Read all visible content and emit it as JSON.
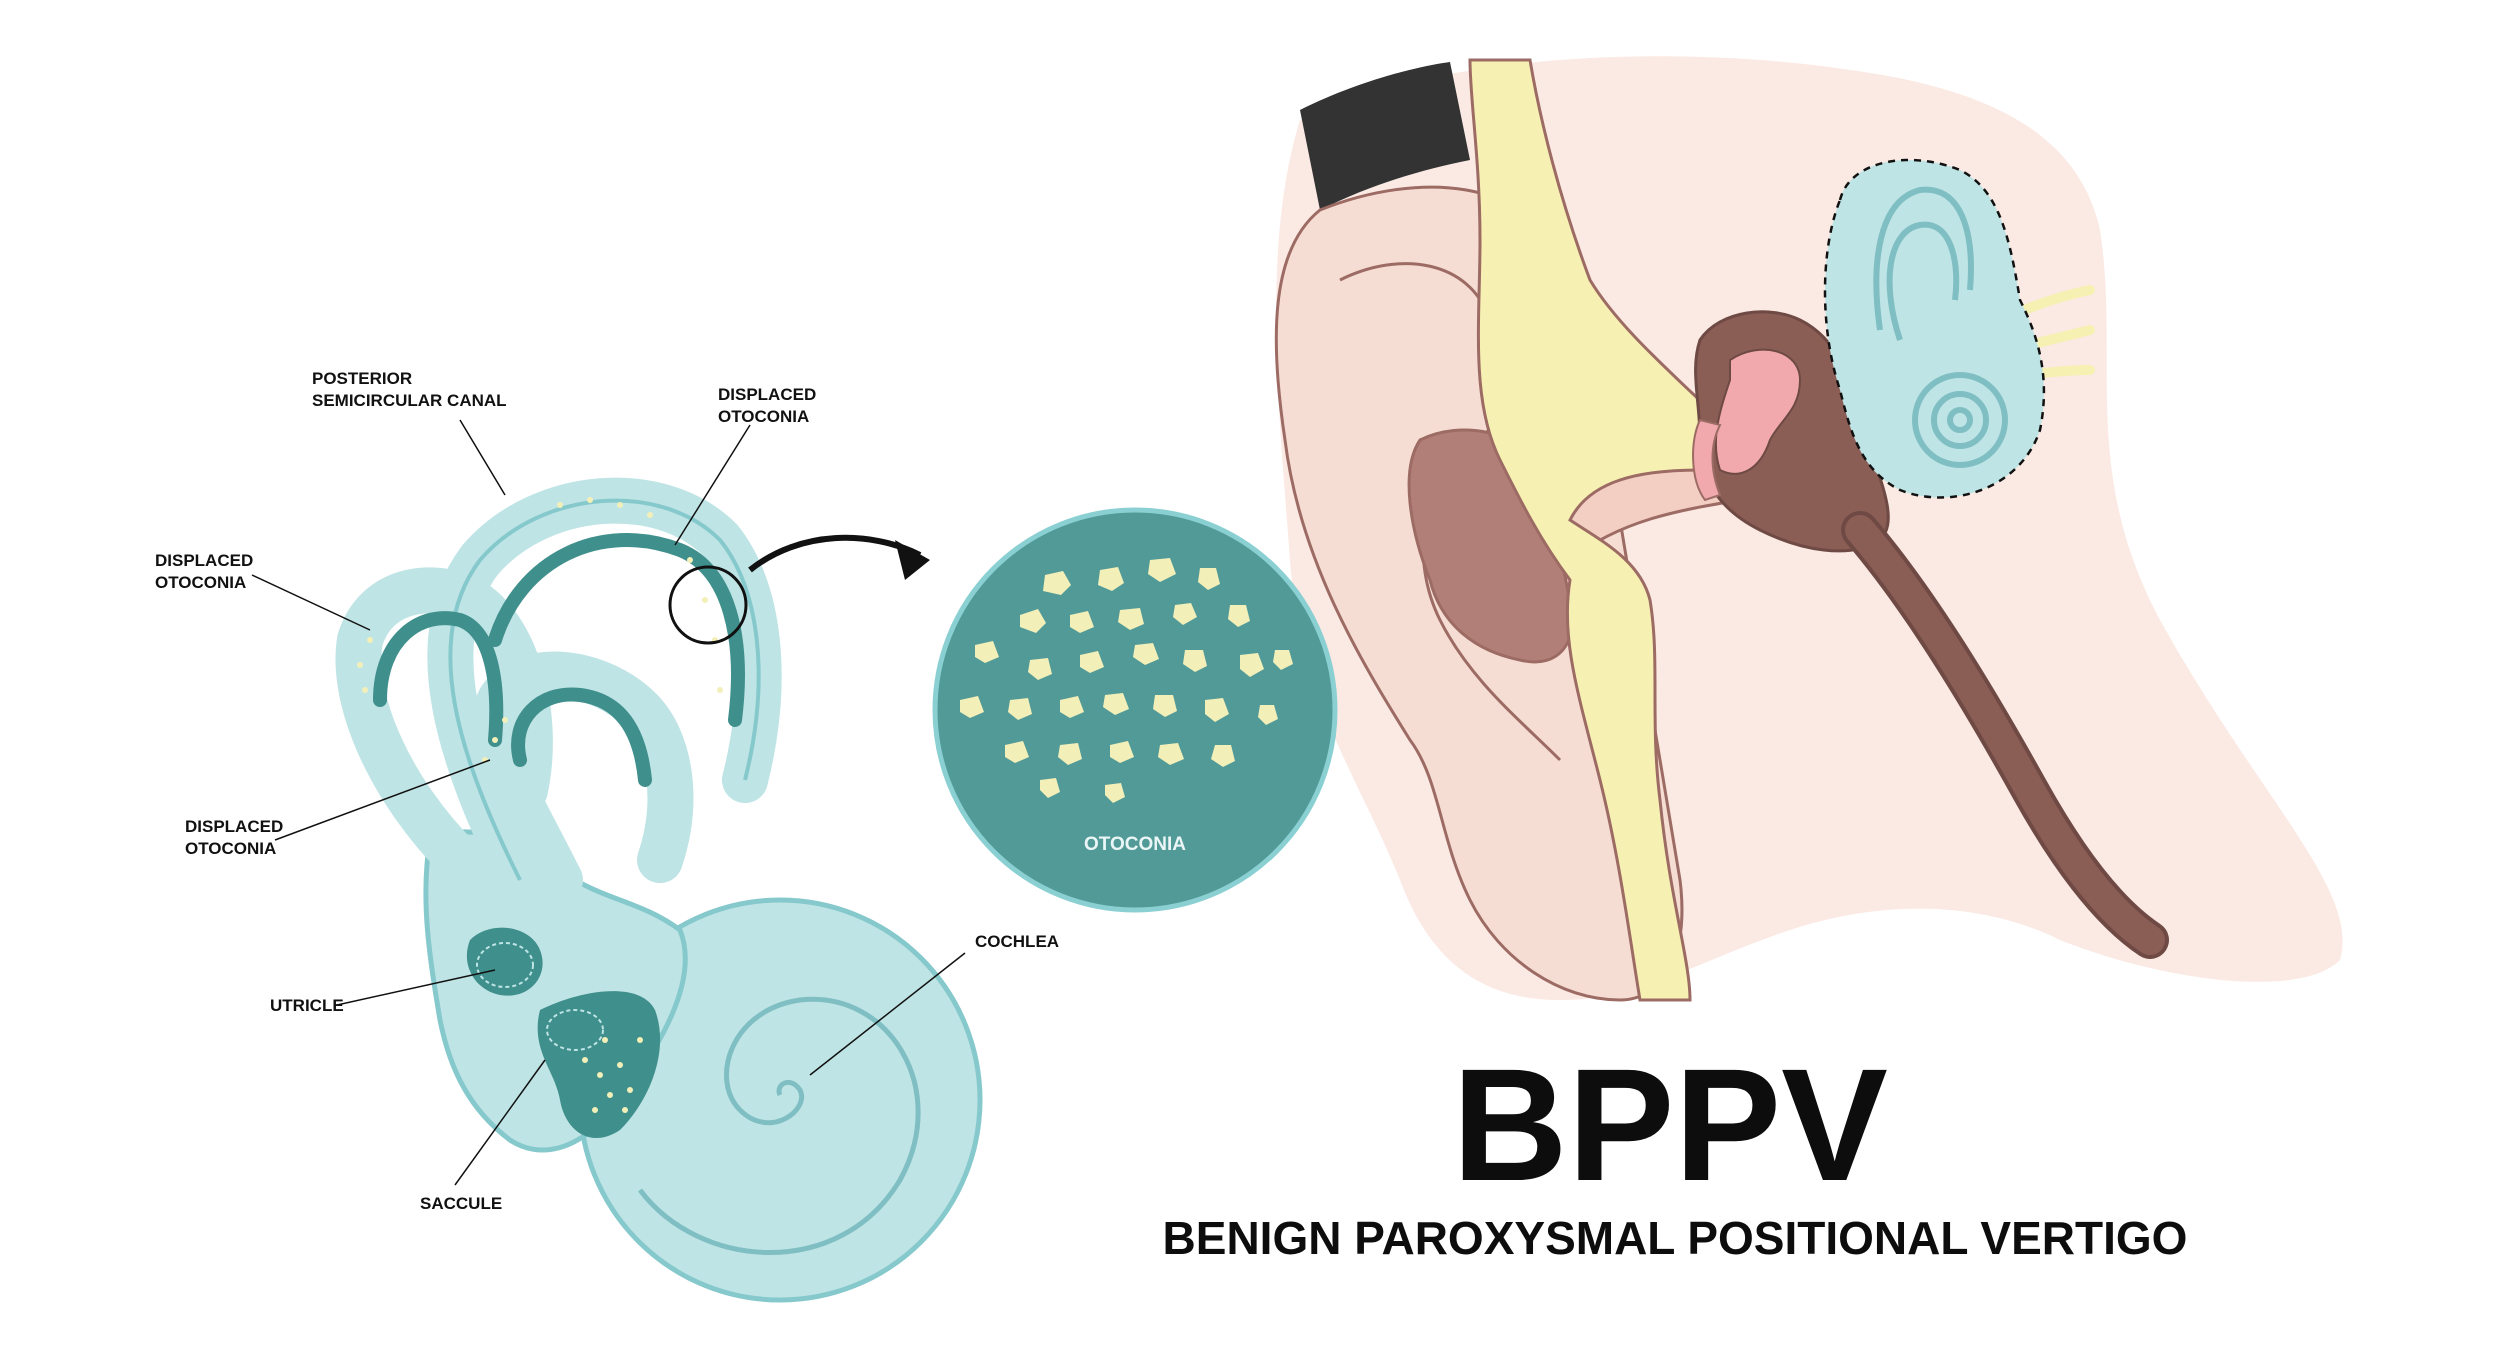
{
  "title": "BPPV",
  "subtitle": "BENIGN PAROXYSMAL POSITIONAL VERTIGO",
  "labels": {
    "posterior_canal_line1": "POSTERIOR",
    "posterior_canal_line2": "SEMICIRCULAR CANAL",
    "displaced_top_line1": "DISPLACED",
    "displaced_top_line2": "OTOCONIA",
    "displaced_left_line1": "DISPLACED",
    "displaced_left_line2": "OTOCONIA",
    "displaced_mid_line1": "DISPLACED",
    "displaced_mid_line2": "OTOCONIA",
    "utricle": "UTRICLE",
    "saccule": "SACCULE",
    "cochlea": "COCHLEA",
    "otoconia_zoom": "OTOCONIA"
  },
  "colors": {
    "labyrinth_fill": "#bfe4e5",
    "labyrinth_stroke": "#86c9cd",
    "canal_dark": "#3f8f8c",
    "otoconia_bg": "#529a98",
    "otoconia_crystal": "#f3efb8",
    "skin": "#f6ddd4",
    "skin_dark": "#e9b9a7",
    "bone": "#f7f0b3",
    "canal_brown": "#8a5d55",
    "eardrum_pink": "#f1a9ad",
    "hair": "#333333"
  },
  "icons": [
    "arrow-icon",
    "magnifier-circle-icon",
    "otoconia-crystal-icon"
  ]
}
